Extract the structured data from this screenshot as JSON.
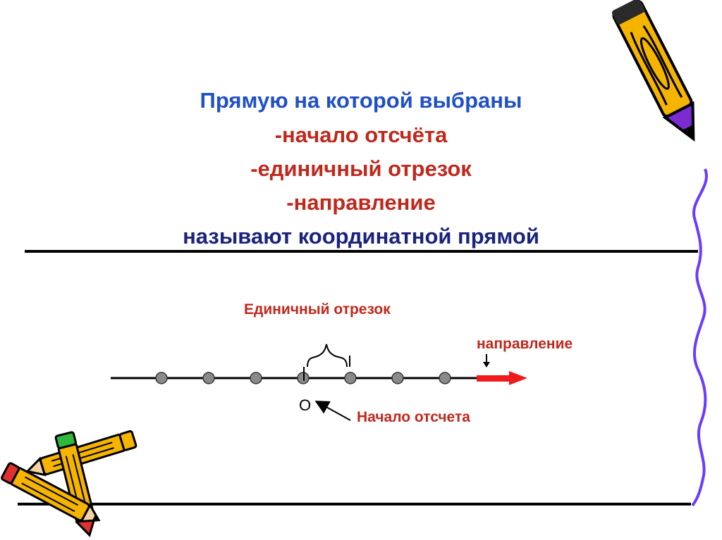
{
  "title": {
    "line1": "Прямую на которой выбраны",
    "line2": "-начало отсчёта",
    "line3": "-единичный отрезок",
    "line4": "-направление",
    "line5": "называют координатной прямой"
  },
  "diagram": {
    "unit_segment_label": "Единичный отрезок",
    "direction_label": "направление",
    "origin_label": "O",
    "origin_caption": "Начало отсчета",
    "point_count": 7
  },
  "colors": {
    "title_blue": "#1f50c8",
    "title_red": "#c0281c",
    "title_dark": "#1a237e",
    "direction_arrow": "#ee1c1c",
    "points": "#8a8a8a",
    "border_line": "#6a3cff"
  },
  "decorations": {
    "top_right": "pencil-icon",
    "bottom_left": "crossed-pencils-icon"
  }
}
